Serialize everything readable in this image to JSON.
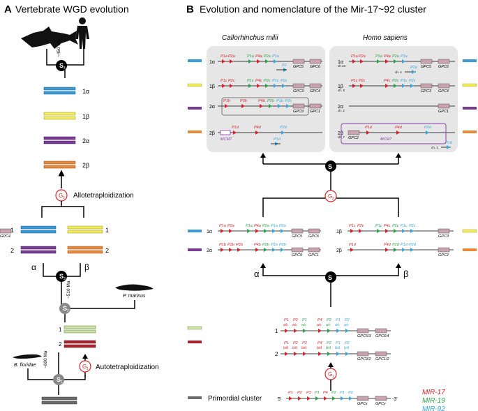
{
  "panel_a": {
    "letter": "A",
    "title": "Vertebrate WGD evolution",
    "time_top": "~450 Ma",
    "node_s4": "S",
    "node_s4_sub": "4",
    "pair_labels": [
      "1α",
      "1β",
      "2α",
      "2β"
    ],
    "g2_node": "G",
    "g2_sub": "2",
    "allo_label": "Allotetraploidization",
    "row_num_1": "1",
    "row_num_2": "2",
    "alpha": "α",
    "beta": "β",
    "node_s3": "S",
    "node_s3_sub": "3",
    "time_mid": "~510 Ma",
    "node_s2": "S",
    "node_s2_sub": "2",
    "lamprey": "P. marinus",
    "pair2_labels": [
      "1",
      "2"
    ],
    "amphioxus": "B. floridae",
    "time_low": "~600 Ma",
    "node_s1": "S",
    "node_s1_sub": "1",
    "g1_node": "G",
    "g1_sub": "1",
    "auto_label": "Autotetraploidization",
    "colors": {
      "c1a": "#3a9ad6",
      "c1b": "#f2ec5a",
      "c2a": "#7a3a96",
      "c2b": "#e8883a",
      "light_green": "#cfe3a8",
      "dark_red": "#a8242c",
      "grey": "#6d6d6d"
    }
  },
  "panel_b": {
    "letter": "B",
    "title": "Evolution and nomenclature of the Mir-17~92 cluster",
    "species_left": "Callorhinchus milii",
    "species_right": "Homo sapiens",
    "s_node": "S",
    "g2_node": "G",
    "g2_sub": "2",
    "g1_node": "G",
    "g1_sub": "1",
    "cm_rows": {
      "r1a": {
        "label": "1α",
        "mirs": [
          "P1a",
          "P2a",
          "P1a",
          "P4a",
          "P2a",
          "P1a"
        ],
        "extra_mir": "P2",
        "genes": [
          "GPC5",
          "GPC6"
        ]
      },
      "r1b": {
        "label": "1β",
        "mirs": [
          "P1c",
          "P2c",
          "P1c",
          "P4c",
          "P2c",
          "P1c",
          "P2c"
        ],
        "genes": [
          "GPC3",
          "GPC4"
        ]
      },
      "r2a": {
        "label": "2α",
        "mirs": [
          "P1b",
          "P3b",
          "P4b",
          "P2b",
          "P1b",
          "P2b"
        ],
        "genes": [
          "GPC9",
          "GPC1"
        ]
      },
      "r2b": {
        "label": "2β",
        "mirs": [
          "P1d",
          "P4d",
          "P2d",
          "P2d"
        ],
        "box_gene": "MCM7",
        "extra_mir": "P1d"
      }
    },
    "hs_rows": {
      "r1a": {
        "label": "1α",
        "chr": "ch.13",
        "mirs": [
          "P1a",
          "P2a",
          "P1a",
          "P4a",
          "P2a",
          "P1a"
        ],
        "extra_chr": "ch. 4",
        "extra_mir": "P2a",
        "genes": [
          "GPC5",
          "GPC6"
        ]
      },
      "r1b": {
        "label": "1β",
        "chr": "ch. X",
        "mirs": [
          "P1c",
          "P2c",
          "P4c",
          "P2c",
          "P1c",
          "P2c"
        ],
        "genes": [
          "GPC3",
          "GPC4"
        ]
      },
      "r2a": {
        "label": "2α",
        "chr": "ch. 2",
        "genes": [
          "GPC1"
        ]
      },
      "r2b": {
        "label": "2β",
        "chr": "ch. 7",
        "mirs": [
          "P1d",
          "P4d",
          "P2d"
        ],
        "box_gene": "MCM7",
        "left_gene": "GPC2",
        "extra_chr": "ch. 1",
        "extra_mir": "P1d"
      }
    },
    "mid_rows": {
      "m1a": {
        "label": "1α",
        "mirs": [
          "P1a",
          "P2a",
          "P1a",
          "P4a",
          "P2a",
          "P1a",
          "P2a"
        ],
        "genes": [
          "GPC5",
          "GPC6"
        ]
      },
      "m2a": {
        "label": "2α",
        "mirs": [
          "P1b",
          "P2b",
          "P3b",
          "P4b",
          "P2b",
          "P1b",
          "P2b"
        ],
        "genes": [
          "GPC9",
          "GPC1"
        ]
      },
      "m1b": {
        "label": "1β",
        "mirs": [
          "P1c",
          "P2c",
          "P1c",
          "P4c",
          "P2c",
          "P1c",
          "P2c"
        ],
        "genes": [
          "GPC3",
          "GPC4"
        ]
      },
      "m2b": {
        "label": "2β",
        "mirs": [
          "P1d",
          "P4d",
          "P2d",
          "P1d",
          "P2d"
        ],
        "genes": [
          "GPC2"
        ]
      }
    },
    "alpha": "α",
    "beta": "β",
    "low_rows": {
      "l1": {
        "label": "1",
        "mirs": [
          "P1",
          "P2",
          "P1",
          "P4",
          "P2",
          "P1",
          "P2"
        ],
        "subs": [
          "a/c",
          "a/c",
          "a/c",
          "a/c",
          "a/c",
          "a/c",
          "a/c"
        ],
        "genes": [
          "GPC5/3",
          "GPC6/4"
        ]
      },
      "l2": {
        "label": "2",
        "mirs": [
          "P1",
          "P2",
          "P3",
          "P4",
          "P2",
          "P1",
          "P2"
        ],
        "subs": [
          "b/d",
          "b/d",
          "b/d",
          "b/d",
          "b/d",
          "b/d",
          "b/d"
        ],
        "genes": [
          "GPC9/2",
          "GPC1/2"
        ]
      }
    },
    "primordial": {
      "label": "Primordial cluster",
      "prime5": "5'",
      "prime3": "-3'",
      "mirs": [
        "P1",
        "P2",
        "P3",
        "P1",
        "P4",
        "P2",
        "P1",
        "P2"
      ],
      "genes": [
        "GPCx",
        "GPCy"
      ]
    },
    "legend": {
      "mir17": "MIR-17",
      "mir19": "MIR-19",
      "mir92": "MIR-92"
    },
    "colors": {
      "red": "#d8232a",
      "green": "#2aa24a",
      "blue": "#3aa6dc",
      "box_fill": "#e6e6e6",
      "gene_fill": "#c9a3b0",
      "purple": "#8a3aa8"
    }
  }
}
